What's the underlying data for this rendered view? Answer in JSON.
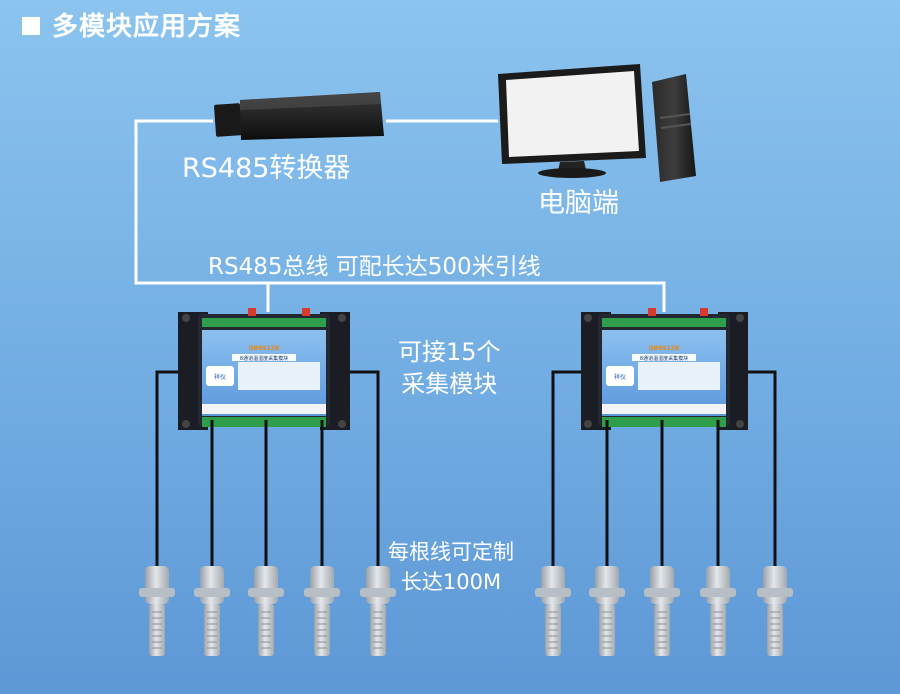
{
  "title": "多模块应用方案",
  "converter_label": "RS485转换器",
  "pc_label": "电脑端",
  "bus_label": "RS485总线 可配长达500米引线",
  "module_count_line1": "可接15个",
  "module_count_line2": "采集模块",
  "cable_note_line1": "每根线可定制",
  "cable_note_line2": "长达100M",
  "module": {
    "model": "QB8613B",
    "name": "8通道温湿度采集模块",
    "brand": "祥仪"
  },
  "colors": {
    "background_top": "#8cc4ef",
    "background_bottom": "#5d98d6",
    "wire": "#ffffff",
    "cable": "#111111",
    "module_body": "#1f2633",
    "module_panel": "#6aa8e8",
    "terminal": "#2f9e4a",
    "sensor": "#c9cdd3"
  }
}
